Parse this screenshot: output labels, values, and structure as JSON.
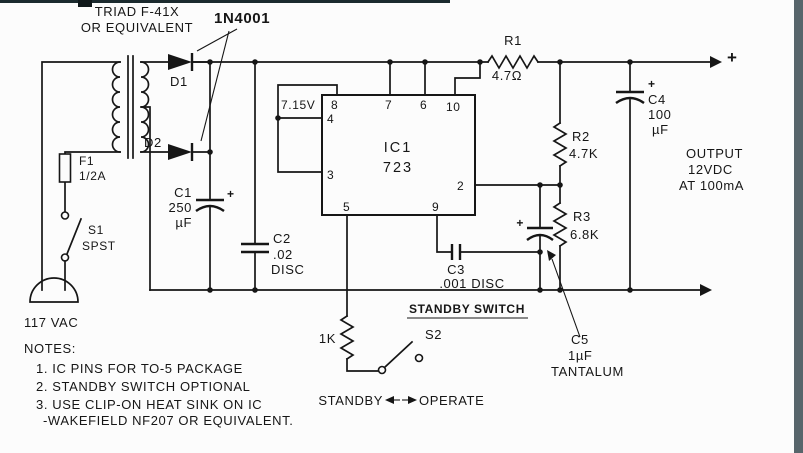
{
  "transformer": {
    "label1": "TRIAD F-41X",
    "label2": "OR EQUIVALENT"
  },
  "rectifier": {
    "part": "1N4001",
    "d1": "D1",
    "d2": "D2"
  },
  "input": {
    "fuse_name": "F1",
    "fuse_rating": "1/2A",
    "switch_name": "S1",
    "switch_type": "SPST",
    "source": "117 VAC"
  },
  "caps": {
    "c1": {
      "name": "C1",
      "value": "250",
      "unit": "µF",
      "polarity": "+"
    },
    "c2": {
      "name": "C2",
      "value": ".02",
      "type": "DISC"
    },
    "c3": {
      "name": "C3",
      "value": ".001 DISC"
    },
    "c4": {
      "name": "C4",
      "value": "100",
      "unit": "µF",
      "polarity": "+"
    },
    "c5": {
      "name": "C5",
      "value": "1µF",
      "type": "TANTALUM",
      "polarity": "+"
    }
  },
  "res": {
    "r1": {
      "name": "R1",
      "value": "4.7Ω"
    },
    "r2": {
      "name": "R2",
      "value": "4.7K"
    },
    "r3": {
      "name": "R3",
      "value": "6.8K"
    },
    "r4": {
      "value": "1K"
    }
  },
  "ic": {
    "ref": "IC1",
    "part": "723",
    "vref": "7.15V",
    "pins": {
      "p2": "2",
      "p3": "3",
      "p4": "4",
      "p5": "5",
      "p6": "6",
      "p7": "7",
      "p8": "8",
      "p9": "9",
      "p10": "10"
    }
  },
  "standby": {
    "title": "STANDBY SWITCH",
    "name": "S2",
    "left": "STANDBY",
    "right": "OPERATE"
  },
  "output": {
    "line1": "OUTPUT",
    "line2": "12VDC",
    "line3": "AT 100mA",
    "plus": "+"
  },
  "notes": {
    "heading": "NOTES:",
    "items": [
      "1. IC PINS FOR TO-5 PACKAGE",
      "2. STANDBY SWITCH OPTIONAL",
      "3. USE CLIP-ON HEAT SINK ON IC",
      "-WAKEFIELD NF207 OR EQUIVALENT."
    ]
  }
}
